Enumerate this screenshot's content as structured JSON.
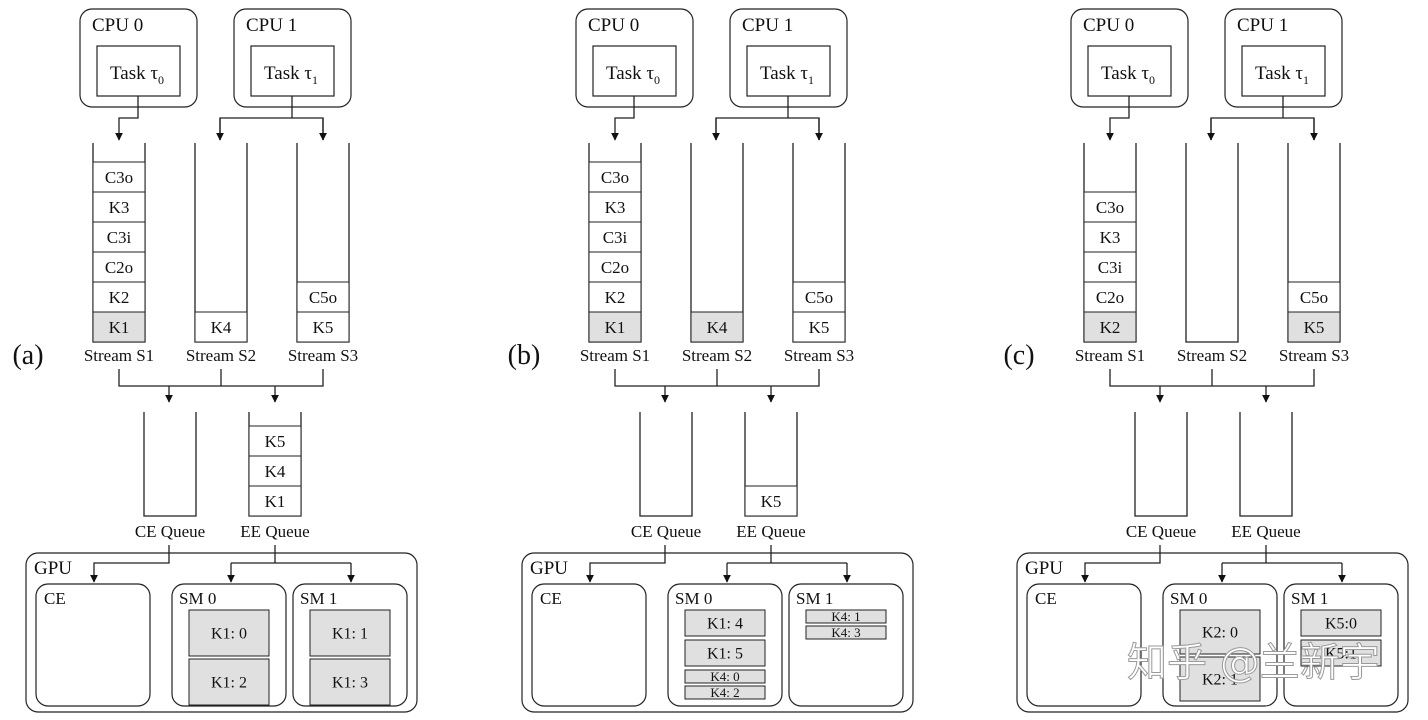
{
  "colors": {
    "highlight": "#e0e0e0",
    "line": "#222222",
    "background": "#ffffff"
  },
  "watermark": "知乎 @兰新宇",
  "panels": [
    {
      "label": "(a)",
      "cpus": [
        {
          "title": "CPU 0",
          "task": "Task τ",
          "sub": "0"
        },
        {
          "title": "CPU 1",
          "task": "Task τ",
          "sub": "1"
        }
      ],
      "streams": [
        {
          "label": "Stream S1",
          "cells": [
            {
              "text": "K1",
              "hl": true
            },
            {
              "text": "K2"
            },
            {
              "text": "C2o"
            },
            {
              "text": "C3i"
            },
            {
              "text": "K3"
            },
            {
              "text": "C3o"
            }
          ]
        },
        {
          "label": "Stream S2",
          "cells": [
            {
              "text": "K4"
            }
          ]
        },
        {
          "label": "Stream S3",
          "cells": [
            {
              "text": "K5"
            },
            {
              "text": "C5o"
            }
          ]
        }
      ],
      "queues": [
        {
          "label": "CE Queue",
          "cells": []
        },
        {
          "label": "EE Queue",
          "cells": [
            {
              "text": "K1"
            },
            {
              "text": "K4"
            },
            {
              "text": "K5"
            }
          ]
        }
      ],
      "gpu": {
        "title": "GPU",
        "ce": "CE",
        "sm0": {
          "title": "SM 0",
          "blocks": [
            {
              "text": "K1: 0",
              "size": "lg"
            },
            {
              "text": "K1: 2",
              "size": "lg"
            }
          ]
        },
        "sm1": {
          "title": "SM 1",
          "blocks": [
            {
              "text": "K1: 1",
              "size": "lg"
            },
            {
              "text": "K1: 3",
              "size": "lg"
            }
          ]
        }
      }
    },
    {
      "label": "(b)",
      "cpus": [
        {
          "title": "CPU 0",
          "task": "Task τ",
          "sub": "0"
        },
        {
          "title": "CPU 1",
          "task": "Task τ",
          "sub": "1"
        }
      ],
      "streams": [
        {
          "label": "Stream S1",
          "cells": [
            {
              "text": "K1",
              "hl": true
            },
            {
              "text": "K2"
            },
            {
              "text": "C2o"
            },
            {
              "text": "C3i"
            },
            {
              "text": "K3"
            },
            {
              "text": "C3o"
            }
          ]
        },
        {
          "label": "Stream S2",
          "cells": [
            {
              "text": "K4",
              "hl": true
            }
          ]
        },
        {
          "label": "Stream S3",
          "cells": [
            {
              "text": "K5"
            },
            {
              "text": "C5o"
            }
          ]
        }
      ],
      "queues": [
        {
          "label": "CE Queue",
          "cells": []
        },
        {
          "label": "EE Queue",
          "cells": [
            {
              "text": "K5"
            }
          ]
        }
      ],
      "gpu": {
        "title": "GPU",
        "ce": "CE",
        "sm0": {
          "title": "SM 0",
          "blocks": [
            {
              "text": "K1: 4",
              "size": "md"
            },
            {
              "text": "K1: 5",
              "size": "md"
            },
            {
              "text": "K4: 0",
              "size": "sm"
            },
            {
              "text": "K4: 2",
              "size": "sm"
            }
          ]
        },
        "sm1": {
          "title": "SM 1",
          "blocks": [
            {
              "text": "K4: 1",
              "size": "sm"
            },
            {
              "text": "K4: 3",
              "size": "sm"
            }
          ]
        }
      }
    },
    {
      "label": "(c)",
      "cpus": [
        {
          "title": "CPU 0",
          "task": "Task τ",
          "sub": "0"
        },
        {
          "title": "CPU 1",
          "task": "Task τ",
          "sub": "1"
        }
      ],
      "streams": [
        {
          "label": "Stream S1",
          "cells": [
            {
              "text": "K2",
              "hl": true
            },
            {
              "text": "C2o"
            },
            {
              "text": "C3i"
            },
            {
              "text": "K3"
            },
            {
              "text": "C3o"
            }
          ]
        },
        {
          "label": "Stream S2",
          "cells": []
        },
        {
          "label": "Stream S3",
          "cells": [
            {
              "text": "K5",
              "hl": true
            },
            {
              "text": "C5o"
            }
          ]
        }
      ],
      "queues": [
        {
          "label": "CE Queue",
          "cells": []
        },
        {
          "label": "EE Queue",
          "cells": []
        }
      ],
      "gpu": {
        "title": "GPU",
        "ce": "CE",
        "sm0": {
          "title": "SM 0",
          "blocks": [
            {
              "text": "K2: 0",
              "size": "xl"
            },
            {
              "text": "K2: 1",
              "size": "xl"
            }
          ]
        },
        "sm1": {
          "title": "SM 1",
          "blocks": [
            {
              "text": "K5:0",
              "size": "md"
            },
            {
              "text": "K5:1",
              "size": "md"
            }
          ]
        }
      }
    }
  ]
}
